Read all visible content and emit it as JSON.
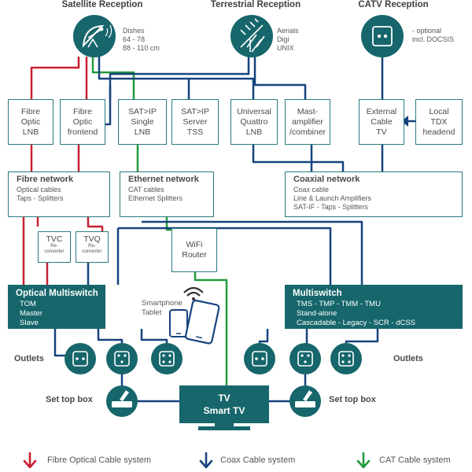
{
  "reception": {
    "satellite": {
      "title": "Satellite Reception",
      "lines": [
        "Dishes",
        "64 - 78",
        "88 - 110 cm"
      ]
    },
    "terrestrial": {
      "title": "Terrestrial Reception",
      "lines": [
        "Aerials",
        "Digi",
        "UNIX"
      ]
    },
    "catv": {
      "title": "CATV Reception",
      "lines": [
        "- optional",
        "incl. DOCSIS"
      ]
    }
  },
  "sources": [
    {
      "lines": [
        "Fibre",
        "Optic",
        "LNB"
      ]
    },
    {
      "lines": [
        "Fibre",
        "Optic",
        "frontend"
      ]
    },
    {
      "lines": [
        "SAT>IP",
        "Single",
        "LNB"
      ]
    },
    {
      "lines": [
        "SAT>IP",
        "Server",
        "TSS"
      ]
    },
    {
      "lines": [
        "Universal",
        "Quattro",
        "LNB"
      ]
    },
    {
      "lines": [
        "Mast-",
        "amplifier",
        "/combiner"
      ]
    },
    {
      "lines": [
        "External",
        "Cable",
        "TV"
      ]
    },
    {
      "lines": [
        "Local",
        "TDX",
        "headend"
      ]
    }
  ],
  "networks": {
    "fibre": {
      "title": "Fibre network",
      "lines": [
        "Optical cables",
        "Taps - Splitters"
      ]
    },
    "ethernet": {
      "title": "Ethernet network",
      "lines": [
        "CAT cables",
        "Ethernet Splitters"
      ]
    },
    "coaxial": {
      "title": "Coaxial network",
      "lines": [
        "Coax cable",
        "Line & Launch Amplifiers",
        "SAT-IF - Taps - Splitters"
      ]
    }
  },
  "converters": {
    "tvc": {
      "title": "TVC",
      "sub": [
        "Re-",
        "converter"
      ]
    },
    "tvq": {
      "title": "TVQ",
      "sub": [
        "Re-",
        "converter"
      ]
    }
  },
  "wifi": {
    "lines": [
      "WiFi",
      "Router"
    ]
  },
  "devices": {
    "lines": [
      "Smartphone",
      "Tablet"
    ]
  },
  "optical_multiswitch": {
    "title": "Optical Multiswitch",
    "lines": [
      "TOM",
      "Master",
      "Slave"
    ]
  },
  "multiswitch": {
    "title": "Multiswitch",
    "lines": [
      "TMS - TMP - TMM - TMU",
      "Stand-alone",
      "Cascadable - Legacy - SCR - dCSS"
    ]
  },
  "outlets_label": "Outlets",
  "stb_label": "Set top box",
  "tv": {
    "lines": [
      "TV",
      "Smart TV"
    ]
  },
  "legend": {
    "fibre": "Fibre Optical Cable system",
    "coax": "Coax Cable system",
    "cat": "CAT Cable system"
  },
  "colors": {
    "teal": "#16666b",
    "fibre": "#c8202f",
    "coax": "#16437e",
    "cat": "#229a3c"
  }
}
